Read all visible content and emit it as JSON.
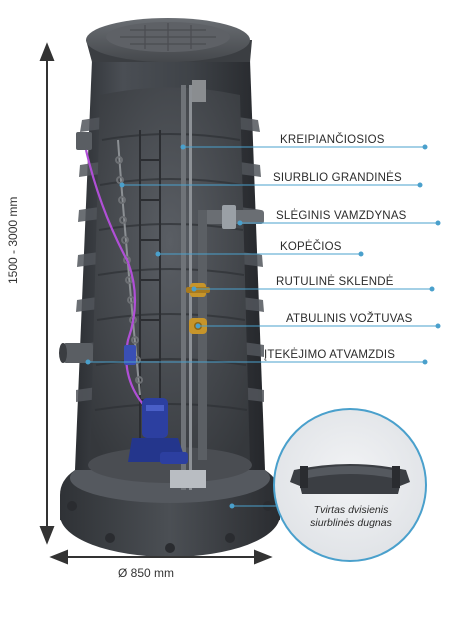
{
  "labels": [
    "KREIPIANČIOSIOS",
    "SIURBLIO GRANDINĖS",
    "SLĖGINIS VAMZDYNAS",
    "KOPĖČIOS",
    "RUTULINĖ SKLENDĖ",
    "ATBULINIS VOŽTUVAS",
    "ĮTEKĖJIMO ATVAMZDIS"
  ],
  "dimensions": {
    "height": "1500 - 3000 mm",
    "diameter": "Ø 850 mm"
  },
  "inset": {
    "caption_line1": "Tvirtas dvisienis",
    "caption_line2": "siurblinės dugnas"
  },
  "colors": {
    "leader_line": "#4aa0cc",
    "tank_body": "#3d4045",
    "pump": "#2c3fa0",
    "cable": "#b04fd6",
    "valve": "#c7952a"
  }
}
